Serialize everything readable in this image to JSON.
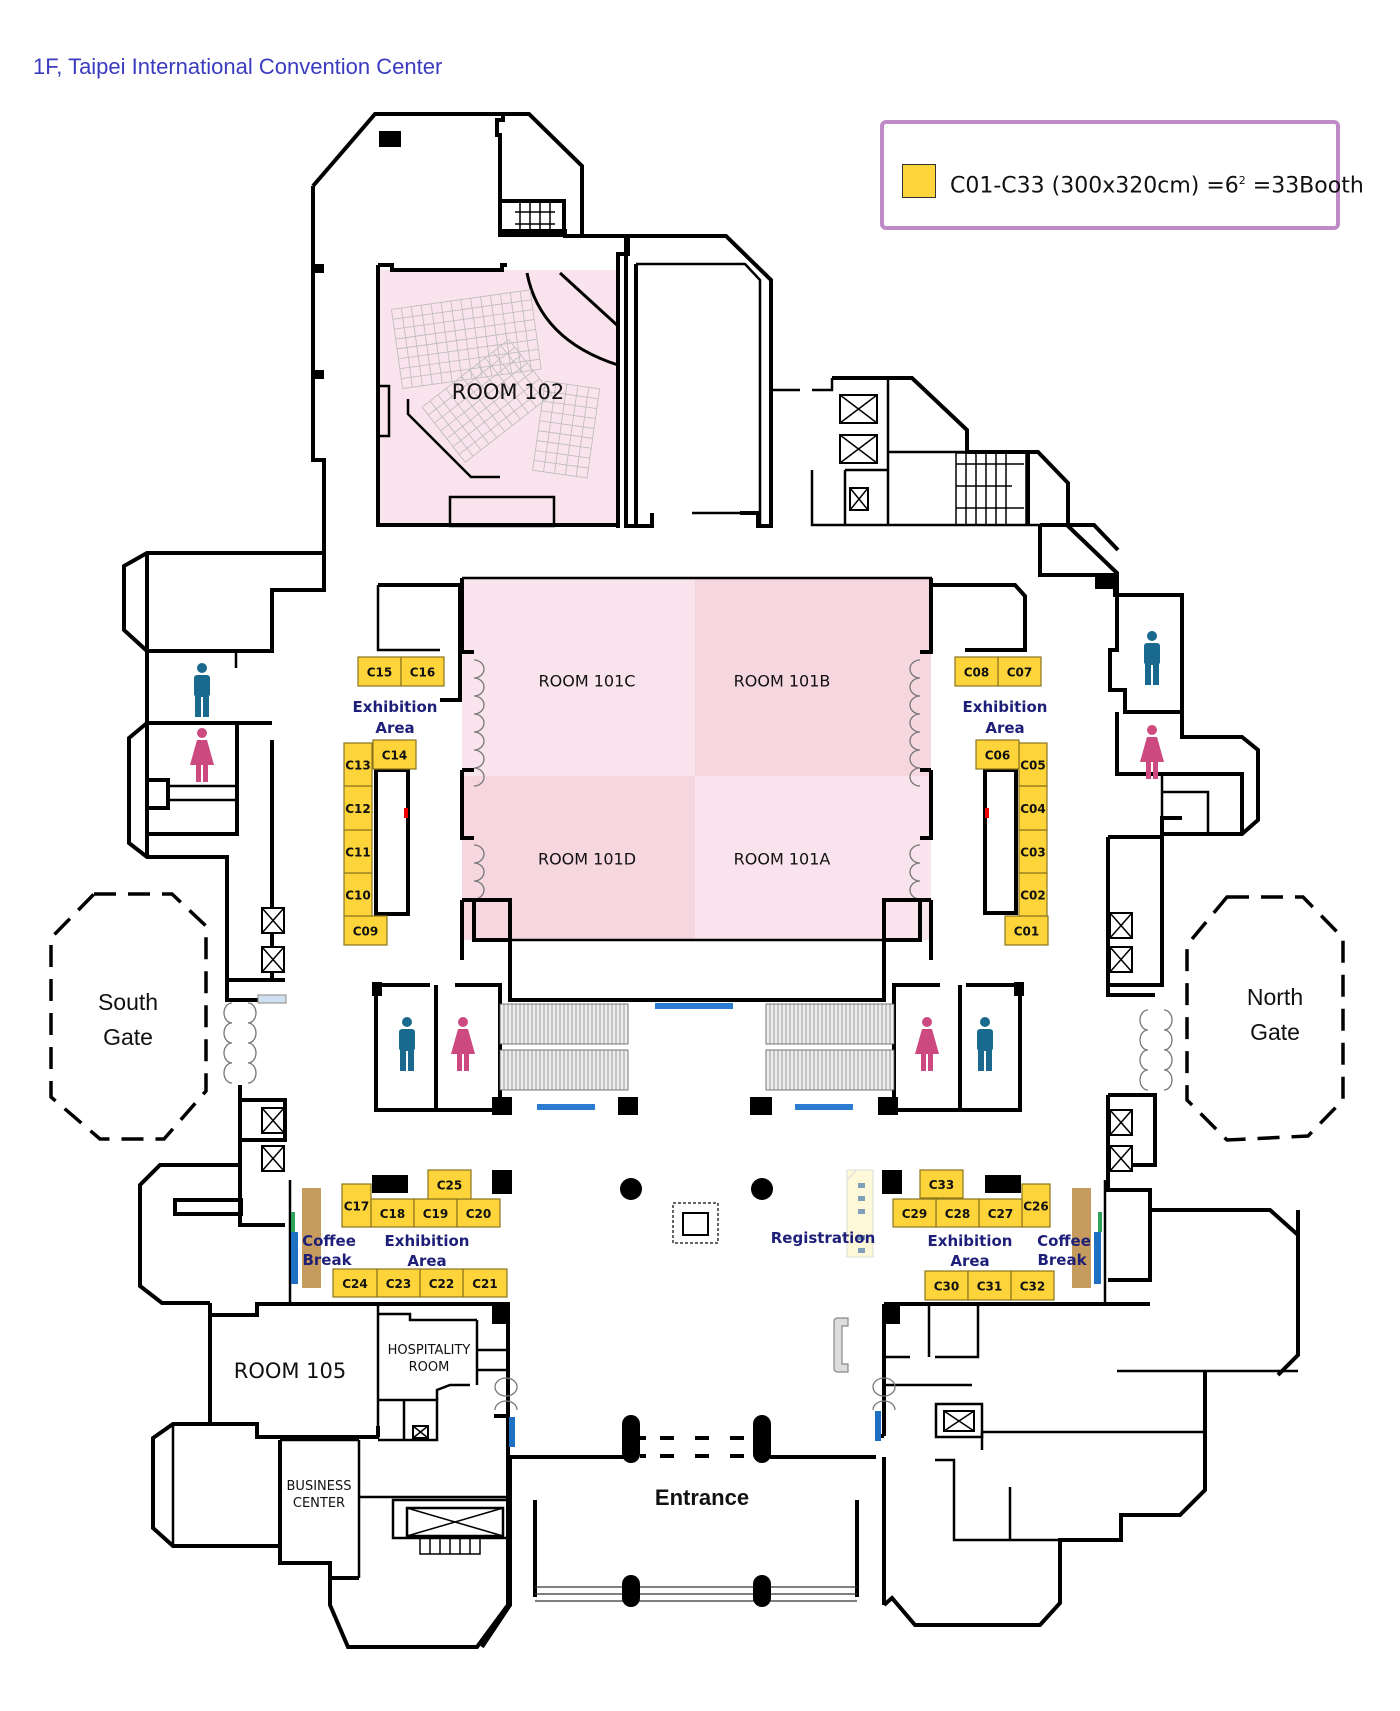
{
  "title": "1F, Taipei International Convention Center",
  "legend": {
    "swatch_color": "#fdd43a",
    "text_main": "C01-C33 (300x320cm) =6",
    "text_sup": "2",
    "text_tail": " =33Booth"
  },
  "colors": {
    "booth": "#fdd43a",
    "room_light": "#f9e3ec",
    "room_dark": "#f6d6df",
    "label_blue": "#1e1f78",
    "male_icon": "#1a6a8f",
    "female_icon": "#cc4a7f",
    "coffee": "#c69c5e",
    "water": "#1f6fc2"
  },
  "rooms": {
    "room102": "ROOM 102",
    "room101c": "ROOM 101C",
    "room101b": "ROOM 101B",
    "room101d": "ROOM 101D",
    "room101a": "ROOM 101A",
    "room105": "ROOM 105",
    "hospitality_l1": "HOSPITALITY",
    "hospitality_l2": "ROOM",
    "business_l1": "BUSINESS",
    "business_l2": "CENTER"
  },
  "gates": {
    "south_l1": "South",
    "south_l2": "Gate",
    "north_l1": "North",
    "north_l2": "Gate"
  },
  "entrance": "Entrance",
  "registration": "Registration",
  "areas": {
    "exhibition_l1": "Exhibition",
    "exhibition_l2": "Area",
    "coffee_l1": "Coffee",
    "coffee_l2": "Break"
  },
  "booths": [
    "C01",
    "C02",
    "C03",
    "C04",
    "C05",
    "C06",
    "C07",
    "C08",
    "C09",
    "C10",
    "C11",
    "C12",
    "C13",
    "C14",
    "C15",
    "C16",
    "C17",
    "C18",
    "C19",
    "C20",
    "C21",
    "C22",
    "C23",
    "C24",
    "C25",
    "C26",
    "C27",
    "C28",
    "C29",
    "C30",
    "C31",
    "C32",
    "C33"
  ]
}
